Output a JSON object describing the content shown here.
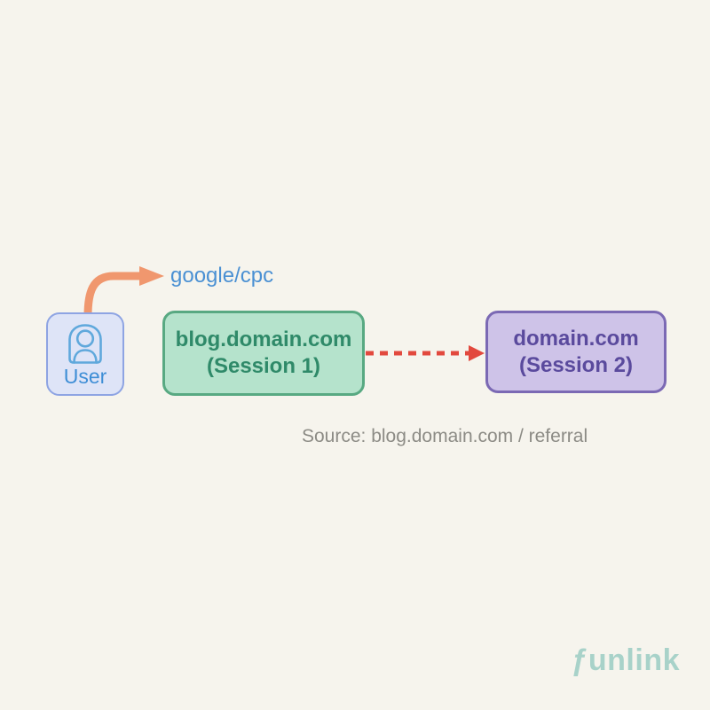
{
  "colors": {
    "background": "#f6f4ed",
    "user_box_fill": "#dee4f7",
    "user_box_border": "#8ea4e3",
    "user_icon": "#5fa8dc",
    "user_text": "#3e8ed6",
    "campaign_text": "#4a90d3",
    "orange_arrow": "#f0976e",
    "session1_fill": "#b5e3cc",
    "session1_border": "#58a982",
    "session1_text": "#2f8a69",
    "dashed_arrow_red": "#e2493e",
    "session2_fill": "#cec3e8",
    "session2_border": "#7b69b4",
    "session2_text": "#5a4a9d",
    "caption_text": "#8c8b85",
    "logo_teal": "#a8d2c9"
  },
  "diagram": {
    "user_node": {
      "label": "User",
      "icon": "user-icon"
    },
    "campaign_label": "google/cpc",
    "session1_node": {
      "title": "blog.domain.com",
      "subtitle": "(Session 1)"
    },
    "session2_node": {
      "title": "domain.com",
      "subtitle": "(Session 2)"
    },
    "caption": "Source: blog.domain.com / referral",
    "arrows": {
      "campaign_arrow": "curved-arrow-icon",
      "session_transition_arrow": "dashed-arrow-icon"
    }
  },
  "branding": {
    "logo_first": "ƒ",
    "logo_rest": "unlink"
  }
}
